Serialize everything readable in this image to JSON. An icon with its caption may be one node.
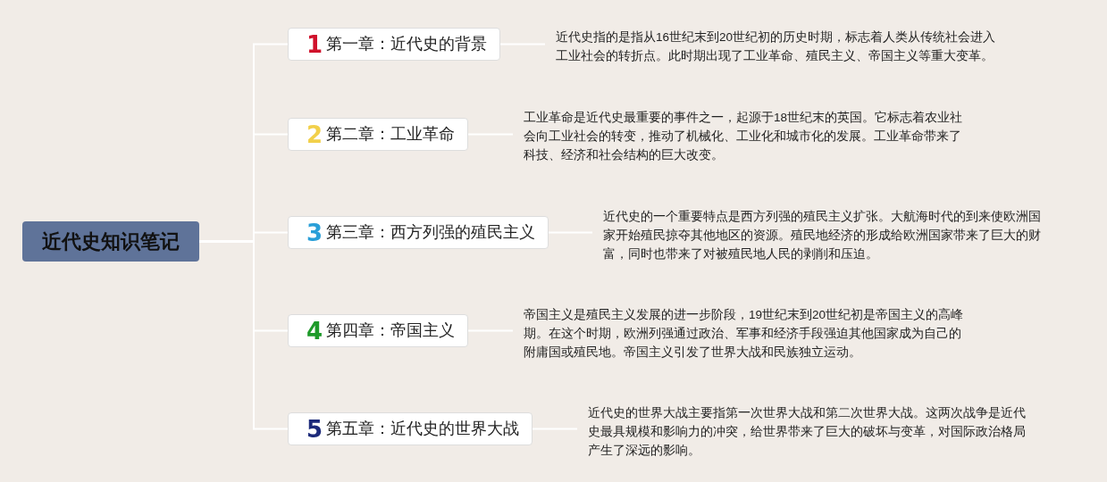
{
  "diagram": {
    "nodes": [
      {
        "text": [
          "近代史知识笔记"
        ]
      },
      {
        "text": [
          "1",
          "第一章：近代史的背景"
        ]
      },
      {
        "text": [
          "2",
          "第二章：工业革命"
        ]
      },
      {
        "text": [
          "3",
          "第三章：西方列强的殖民主义"
        ]
      },
      {
        "text": [
          "4",
          "第四章：帝国主义"
        ]
      },
      {
        "text": [
          "5",
          "第五章：近代史的世界大战"
        ]
      },
      {
        "text": [
          "近代史指的是指从16世纪末到20世纪初的历史时期，标志着人类从传统社会进入工业社会的转折点。此时期出现了工业革命、殖民主义、帝国主义等重大变革。"
        ]
      },
      {
        "text": [
          "工业革命是近代史最重要的事件之一，起源于18世纪末的英国。它标志着农业社会向工业社会的转变，推动了机械化、工业化和城市化的发展。工业革命带来了科技、经济和社会结构的巨大改变。"
        ]
      },
      {
        "text": [
          "近代史的一个重要特点是西方列强的殖民主义扩张。大航海时代的到来使欧洲国家开始殖民掠夺其他地区的资源。殖民地经济的形成给欧洲国家带来了巨大的财富，同时也带来了对被殖民地人民的剥削和压迫。"
        ]
      },
      {
        "text": [
          "帝国主义是殖民主义发展的进一步阶段，19世纪末到20世纪初是帝国主义的高峰期。在这个时期，欧洲列强通过政治、军事和经济手段强迫其他国家成为自己的附庸国或殖民地。帝国主义引发了世界大战和民族独立运动。"
        ]
      },
      {
        "text": [
          "近代史的世界大战主要指第一次世界大战和第二次世界大战。这两次战争是近代史最具规模和影响力的冲突，给世界带来了巨大的破坏与变革，对国际政治格局产生了深远的影响。"
        ]
      }
    ],
    "edges": [
      {
        "from": 0,
        "to": 1,
        "arrow": "none"
      },
      {
        "from": 0,
        "to": 2,
        "arrow": "none"
      },
      {
        "from": 0,
        "to": 3,
        "arrow": "none"
      },
      {
        "from": 0,
        "to": 4,
        "arrow": "none"
      },
      {
        "from": 0,
        "to": 5,
        "arrow": "none"
      },
      {
        "from": 1,
        "to": 6,
        "arrow": "none"
      },
      {
        "from": 2,
        "to": 7,
        "arrow": "none"
      },
      {
        "from": 3,
        "to": 8,
        "arrow": "none"
      },
      {
        "from": 4,
        "to": 9,
        "arrow": "none"
      },
      {
        "from": 5,
        "to": 10,
        "arrow": "none"
      }
    ]
  }
}
